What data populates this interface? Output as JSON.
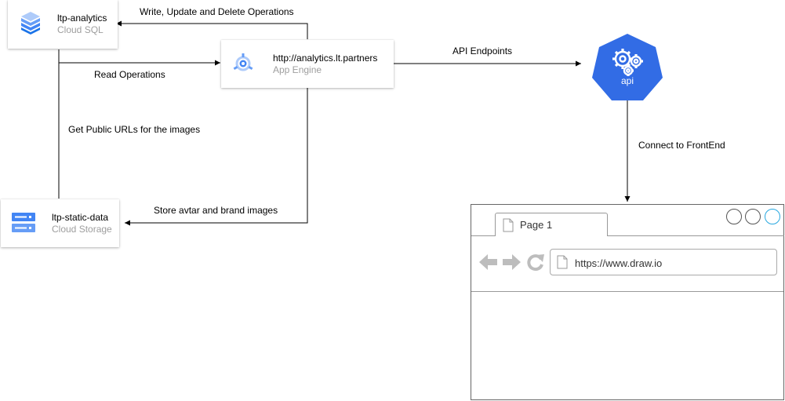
{
  "nodes": {
    "cloud_sql": {
      "title": "ltp-analytics",
      "subtitle": "Cloud SQL"
    },
    "app_engine": {
      "title": "http://analytics.lt.partners",
      "subtitle": "App Engine"
    },
    "cloud_storage": {
      "title": "ltp-static-data",
      "subtitle": "Cloud Storage"
    },
    "api": {
      "label": "api"
    }
  },
  "edges": {
    "write_ops": "Write, Update and Delete Operations",
    "read_ops": "Read Operations",
    "public_urls": "Get Public URLs for the images",
    "api_endpoints": "API Endpoints",
    "store_images": "Store avtar and brand images",
    "connect_frontend": "Connect to FrontEnd"
  },
  "browser": {
    "tab_label": "Page 1",
    "url": "https://www.draw.io"
  },
  "colors": {
    "gcp_blue": "#4285f4",
    "api_blue": "#326ce5",
    "subtitle_gray": "#9e9e9e",
    "nav_gray": "#bdbdbd",
    "window_button_highlight": "#29a8e0"
  },
  "icons": {
    "cloud_sql": "cloud-sql-icon",
    "app_engine": "app-engine-icon",
    "cloud_storage": "cloud-storage-icon",
    "api": "kubernetes-api-icon"
  }
}
